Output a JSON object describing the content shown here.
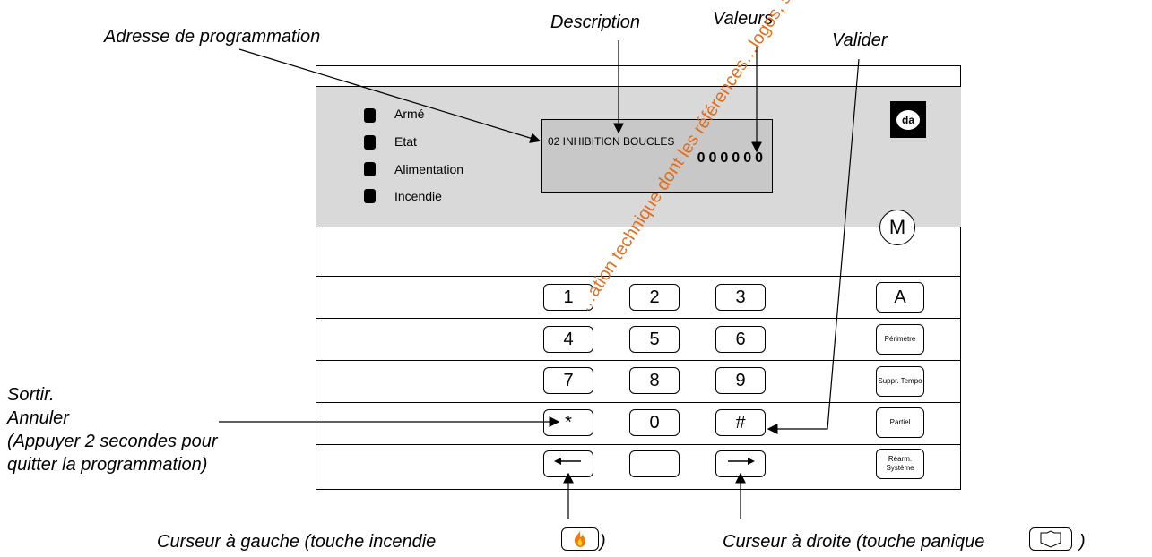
{
  "callouts": {
    "address": "Adresse de programmation",
    "description": "Description",
    "values": "Valeurs",
    "validate": "Valider",
    "exit_lines": [
      "Sortir.",
      "Annuler",
      "(Appuyer 2 secondes pour",
      "quitter la programmation)"
    ],
    "cursor_left_text": "Curseur à gauche (touche incendie",
    "cursor_left_close": ")",
    "cursor_right_text": "Curseur à droite (touche panique",
    "cursor_right_close": ")"
  },
  "leds": [
    {
      "label": "Armé"
    },
    {
      "label": "Etat"
    },
    {
      "label": "Alimentation"
    },
    {
      "label": "Incendie"
    }
  ],
  "display": {
    "line1": "02 INHIBITION BOUCLES",
    "line2": "000000"
  },
  "logo": {
    "text": "da",
    "icon": "da-logo-icon"
  },
  "mode_key": "M",
  "keypad": {
    "rows": [
      [
        "1",
        "2",
        "3"
      ],
      [
        "4",
        "5",
        "6"
      ],
      [
        "7",
        "8",
        "9"
      ],
      [
        "*",
        "0",
        "#"
      ],
      [
        "←",
        "",
        "→"
      ]
    ]
  },
  "function_keys": [
    {
      "label": "A"
    },
    {
      "label": "Périmètre"
    },
    {
      "label": "Suppr. Tempo"
    },
    {
      "label": "Partiel"
    },
    {
      "label": "Réarm. Système"
    }
  ],
  "icons": {
    "fire": "flame-icon",
    "panic": "shield-icon"
  },
  "watermark": "…ation technique dont les références…logos, so…",
  "colors": {
    "panel_gray": "#d9d9d9",
    "lcd_gray": "#c8c8c8",
    "watermark": "#e06a17"
  }
}
